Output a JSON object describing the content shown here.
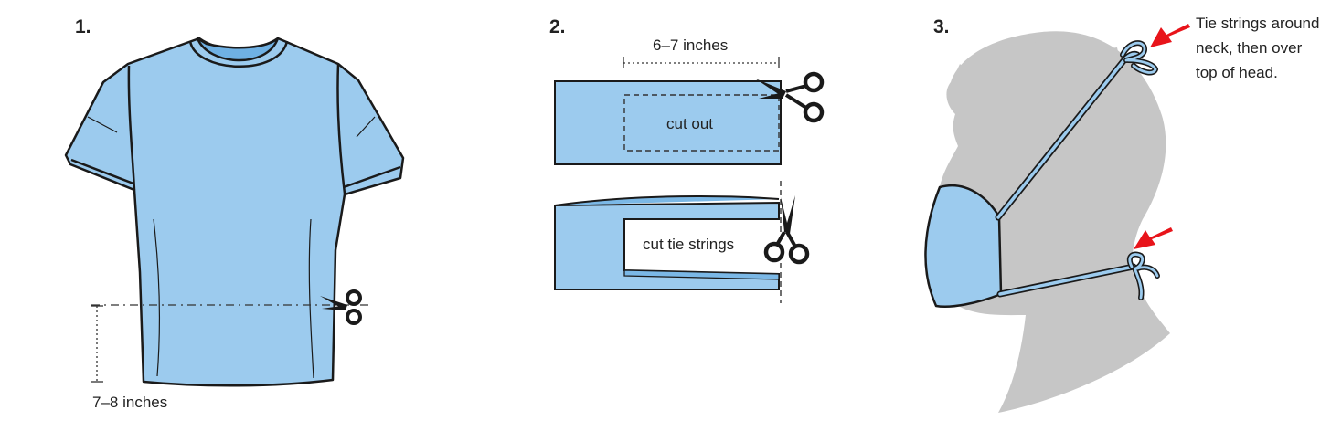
{
  "colors": {
    "fabric": "#9ccbee",
    "fabric_dark": "#7bb8e6",
    "outline": "#1a1a1a",
    "head": "#c6c6c6",
    "arrow": "#e8141a"
  },
  "steps": [
    {
      "number": "1.",
      "measurement": "7–8 inches",
      "icon": "scissors-icon"
    },
    {
      "number": "2.",
      "measurement": "6–7 inches",
      "top_label": "cut out",
      "bottom_label": "cut tie strings",
      "icon": "scissors-icon"
    },
    {
      "number": "3.",
      "note": "Tie strings around neck, then over top of head.",
      "icon": "arrow-icon"
    }
  ]
}
